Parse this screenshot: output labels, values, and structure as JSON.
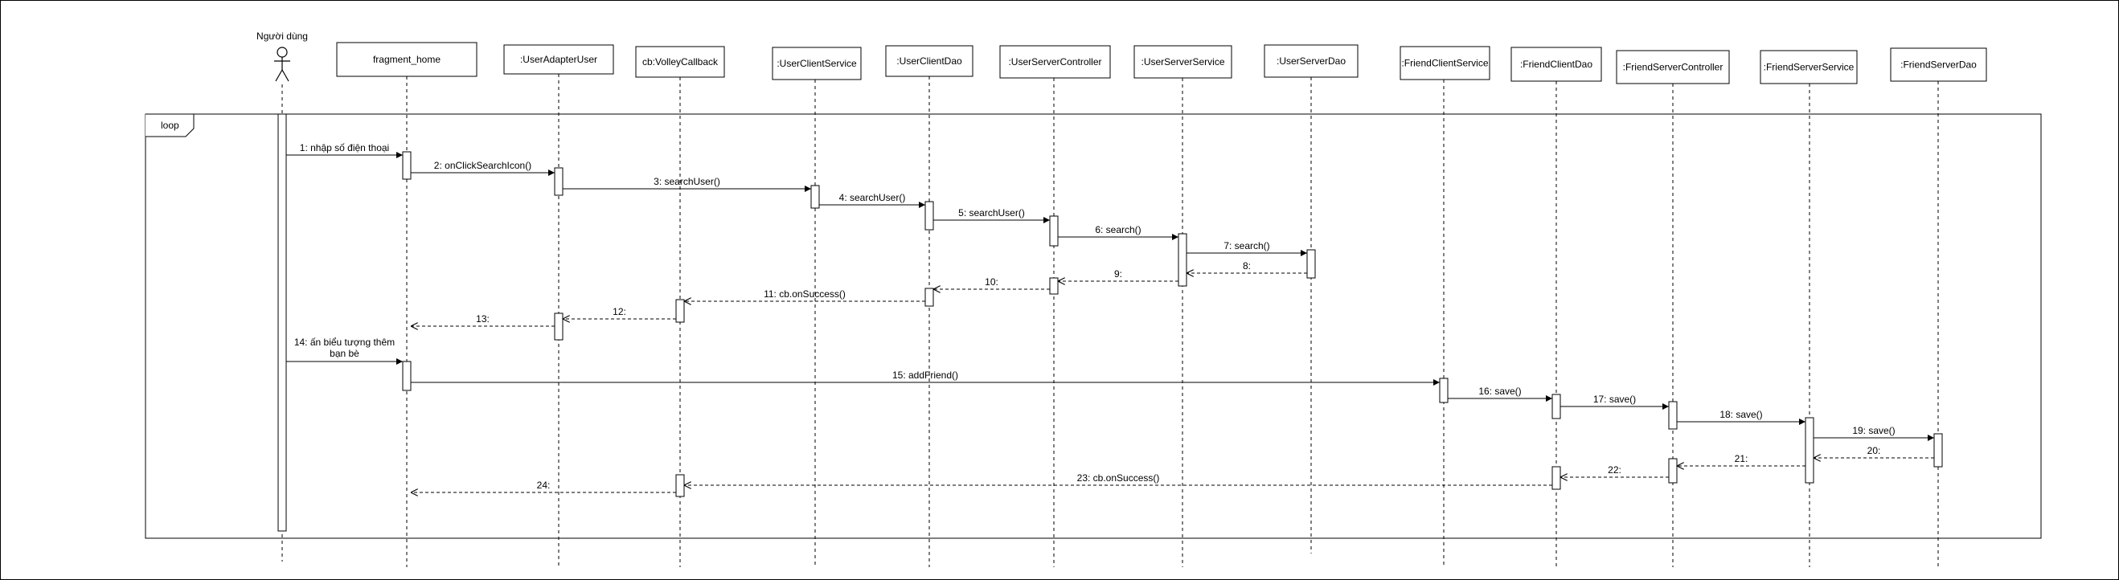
{
  "colors": {
    "line": "#000000",
    "background": "#ffffff"
  },
  "actor": {
    "id": "user",
    "name": "Người dùng",
    "icon": "stick-figure-icon"
  },
  "participants": [
    {
      "id": "fragment_home",
      "name": "fragment_home"
    },
    {
      "id": "UserAdapterUser",
      "name": ":UserAdapterUser"
    },
    {
      "id": "VolleyCallback",
      "name": "cb:VolleyCallback"
    },
    {
      "id": "UserClientService",
      "name": ":UserClientService"
    },
    {
      "id": "UserClientDao",
      "name": ":UserClientDao"
    },
    {
      "id": "UserServerController",
      "name": ":UserServerController"
    },
    {
      "id": "UserServerService",
      "name": ":UserServerService"
    },
    {
      "id": "UserServerDao",
      "name": ":UserServerDao"
    },
    {
      "id": "FriendClientService",
      "name": ":FriendClientService"
    },
    {
      "id": "FriendClientDao",
      "name": ":FriendClientDao"
    },
    {
      "id": "FriendServerController",
      "name": ":FriendServerController"
    },
    {
      "id": "FriendServerService",
      "name": ":FriendServerService"
    },
    {
      "id": "FriendServerDao",
      "name": ":FriendServerDao"
    }
  ],
  "fragment": {
    "operator": "loop"
  },
  "messages": [
    {
      "num": "1",
      "label": "1: nhập số điện thoại",
      "from": "user",
      "to": "fragment_home",
      "kind": "sync"
    },
    {
      "num": "2",
      "label": "2: onClickSearchIcon()",
      "from": "fragment_home",
      "to": "UserAdapterUser",
      "kind": "sync"
    },
    {
      "num": "3",
      "label": "3: searchUser()",
      "from": "UserAdapterUser",
      "to": "UserClientService",
      "kind": "sync"
    },
    {
      "num": "4",
      "label": "4: searchUser()",
      "from": "UserClientService",
      "to": "UserClientDao",
      "kind": "sync"
    },
    {
      "num": "5",
      "label": "5: searchUser()",
      "from": "UserClientDao",
      "to": "UserServerController",
      "kind": "sync"
    },
    {
      "num": "6",
      "label": "6: search()",
      "from": "UserServerController",
      "to": "UserServerService",
      "kind": "sync"
    },
    {
      "num": "7",
      "label": "7: search()",
      "from": "UserServerService",
      "to": "UserServerDao",
      "kind": "sync"
    },
    {
      "num": "8",
      "label": "8:",
      "from": "UserServerDao",
      "to": "UserServerService",
      "kind": "return"
    },
    {
      "num": "9",
      "label": "9:",
      "from": "UserServerService",
      "to": "UserServerController",
      "kind": "return"
    },
    {
      "num": "10",
      "label": "10:",
      "from": "UserServerController",
      "to": "UserClientDao",
      "kind": "return"
    },
    {
      "num": "11",
      "label": "11: cb.onSuccess()",
      "from": "UserClientDao",
      "to": "VolleyCallback",
      "kind": "return"
    },
    {
      "num": "12",
      "label": "12:",
      "from": "VolleyCallback",
      "to": "UserAdapterUser",
      "kind": "return"
    },
    {
      "num": "13",
      "label": "13:",
      "from": "UserAdapterUser",
      "to": "fragment_home",
      "kind": "return"
    },
    {
      "num": "14",
      "label": "14: ấn biểu tượng thêm bạn bè",
      "label_lines": [
        "14: ấn biểu tượng thêm",
        "bạn bè"
      ],
      "from": "user",
      "to": "fragment_home",
      "kind": "sync"
    },
    {
      "num": "15",
      "label": "15: addFriend()",
      "from": "fragment_home",
      "to": "FriendClientService",
      "kind": "sync"
    },
    {
      "num": "16",
      "label": "16: save()",
      "from": "FriendClientService",
      "to": "FriendClientDao",
      "kind": "sync"
    },
    {
      "num": "17",
      "label": "17: save()",
      "from": "FriendClientDao",
      "to": "FriendServerController",
      "kind": "sync"
    },
    {
      "num": "18",
      "label": "18: save()",
      "from": "FriendServerController",
      "to": "FriendServerService",
      "kind": "sync"
    },
    {
      "num": "19",
      "label": "19: save()",
      "from": "FriendServerService",
      "to": "FriendServerDao",
      "kind": "sync"
    },
    {
      "num": "20",
      "label": "20:",
      "from": "FriendServerDao",
      "to": "FriendServerService",
      "kind": "return"
    },
    {
      "num": "21",
      "label": "21:",
      "from": "FriendServerService",
      "to": "FriendServerController",
      "kind": "return"
    },
    {
      "num": "22",
      "label": "22:",
      "from": "FriendServerController",
      "to": "FriendClientDao",
      "kind": "return"
    },
    {
      "num": "23",
      "label": "23: cb.onSuccess()",
      "from": "FriendClientDao",
      "to": "VolleyCallback",
      "kind": "return"
    },
    {
      "num": "24",
      "label": "24:",
      "from": "VolleyCallback",
      "to": "fragment_home",
      "kind": "return"
    }
  ]
}
